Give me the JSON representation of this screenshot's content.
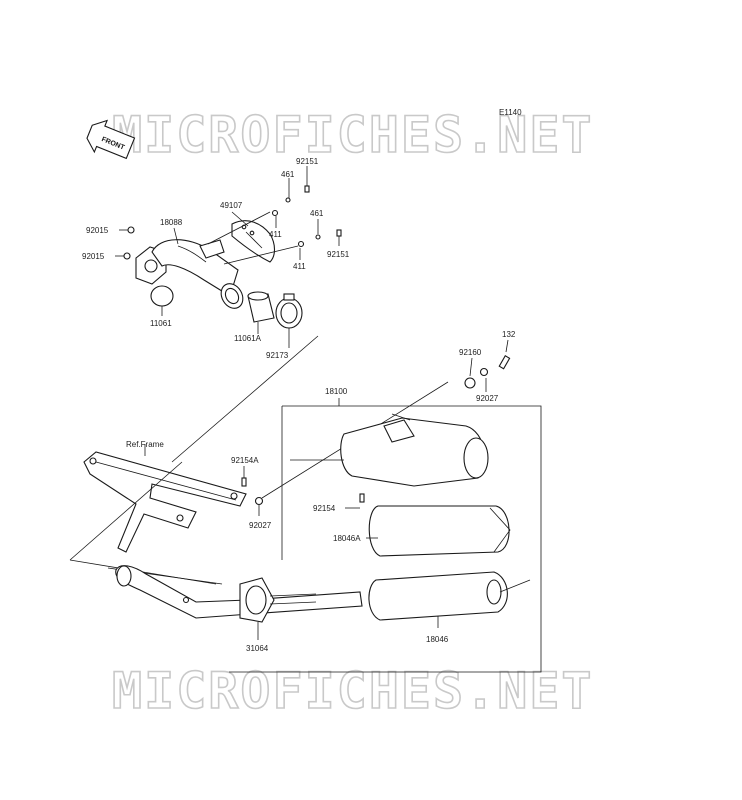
{
  "diagram": {
    "code": "E1140",
    "front_label": "FRONT",
    "ref_label": "Ref.Frame",
    "watermark": "MICROFICHES.NET",
    "parts": [
      {
        "id": "92151a",
        "label": "92151"
      },
      {
        "id": "461a",
        "label": "461"
      },
      {
        "id": "49107",
        "label": "49107"
      },
      {
        "id": "18088",
        "label": "18088"
      },
      {
        "id": "92015a",
        "label": "92015"
      },
      {
        "id": "92015b",
        "label": "92015"
      },
      {
        "id": "411a",
        "label": "411"
      },
      {
        "id": "461b",
        "label": "461"
      },
      {
        "id": "411b",
        "label": "411"
      },
      {
        "id": "92151b",
        "label": "92151"
      },
      {
        "id": "11061",
        "label": "11061"
      },
      {
        "id": "11061A",
        "label": "11061A"
      },
      {
        "id": "92173",
        "label": "92173"
      },
      {
        "id": "132",
        "label": "132"
      },
      {
        "id": "92160",
        "label": "92160"
      },
      {
        "id": "92027a",
        "label": "92027"
      },
      {
        "id": "18100",
        "label": "18100"
      },
      {
        "id": "92154A",
        "label": "92154A"
      },
      {
        "id": "92027b",
        "label": "92027"
      },
      {
        "id": "92154",
        "label": "92154"
      },
      {
        "id": "18046A",
        "label": "18046A"
      },
      {
        "id": "31064",
        "label": "31064"
      },
      {
        "id": "18046",
        "label": "18046"
      }
    ]
  }
}
